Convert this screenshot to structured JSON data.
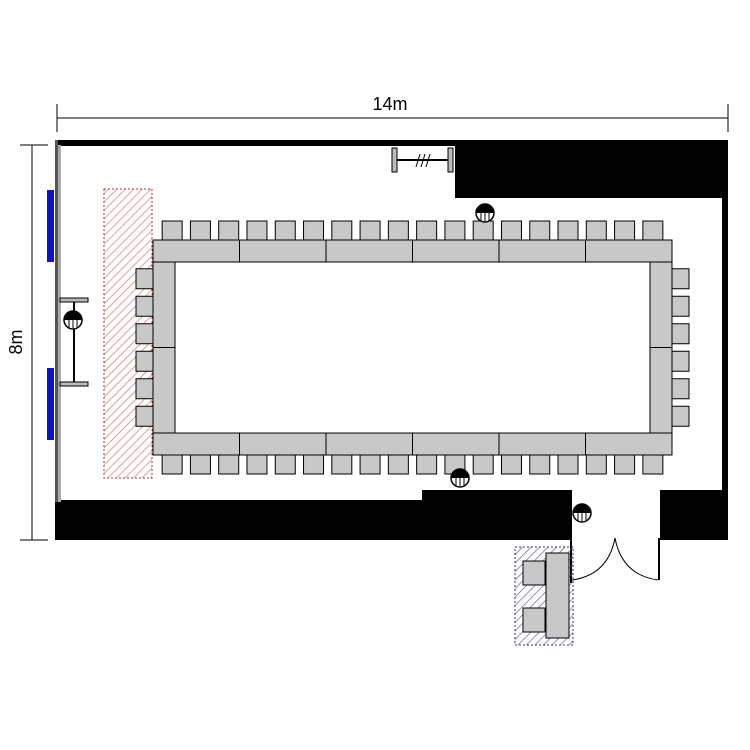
{
  "dimensions": {
    "width_label": "14m",
    "height_label": "8m"
  },
  "layout": {
    "top_row_chairs": 18,
    "bottom_row_chairs": 18,
    "left_side_chairs": 6,
    "right_side_chairs": 6,
    "table_segments": 6,
    "reception_chairs": 2
  },
  "colors": {
    "wall": "#000000",
    "table": "#c8c8c8",
    "stage_hatch": "#d46a6a",
    "reception_hatch": "#5a5aa0",
    "window_pad": "#1010c0"
  }
}
